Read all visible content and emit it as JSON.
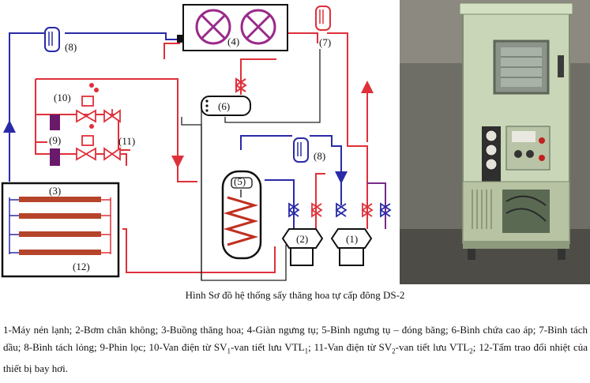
{
  "diagram": {
    "labels": {
      "l1": "(1)",
      "l2": "(2)",
      "l3": "(3)",
      "l4": "(4)",
      "l5": "(5)",
      "l6": "(6)",
      "l7": "(7)",
      "l8a": "(8)",
      "l8b": "(8)",
      "l9": "(9)",
      "l10": "(10)",
      "l11": "(11)",
      "l12": "(12)"
    },
    "colors": {
      "hot": "#e0303a",
      "cold": "#2a2aa8",
      "pipe_dark": "#222222",
      "coil": "#b5442a",
      "filter": "#6a1a6a",
      "fan": "#9a2a8a"
    }
  },
  "caption": {
    "title": "Hình Sơ đồ hệ thống sấy thăng hoa tự cấp đông DS-2",
    "legend_parts": [
      {
        "t": "1-Máy nén lạnh; 2-Bơm chân không; 3-Buồng thăng hoa; 4-Giàn ngưng tụ; 5-Bình ngưng tụ – đóng băng; 6-Bình chứa cao áp; 7-Bình tách dầu; 8-Bình tách lỏng; 9-Phin lọc; 10-Van điện từ SV"
      },
      {
        "sub": "1"
      },
      {
        "t": "-van tiết lưu VTL"
      },
      {
        "sub": "1"
      },
      {
        "t": "; 11-Van điện từ SV"
      },
      {
        "sub": "2"
      },
      {
        "t": "-van tiết lưu VTL"
      },
      {
        "sub": "2"
      },
      {
        "t": "; 12-Tấm trao đổi nhiệt của thiết bị bay hơi."
      }
    ]
  }
}
